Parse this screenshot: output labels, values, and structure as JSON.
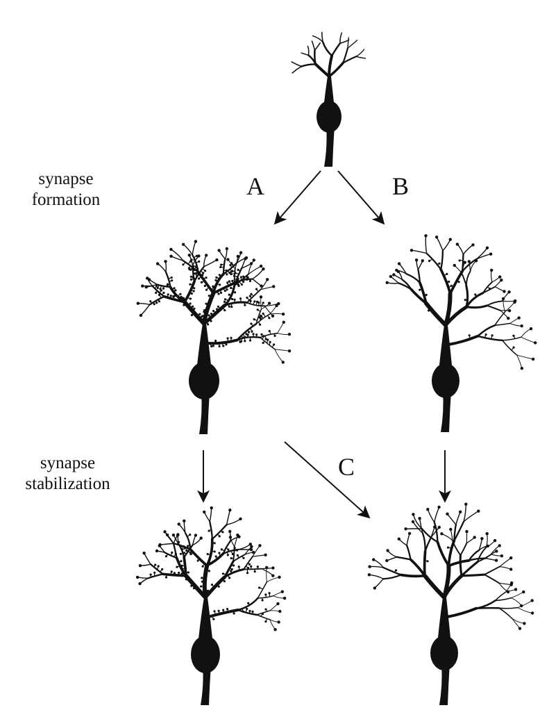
{
  "labels": {
    "formation_line1": "synapse",
    "formation_line2": "formation",
    "stabilization_line1": "synapse",
    "stabilization_line2": "stabilization"
  },
  "arrows": {
    "a": "A",
    "b": "B",
    "c": "C"
  },
  "neurons": [
    {
      "id": "initial",
      "spine_density": "none"
    },
    {
      "id": "formation-a",
      "spine_density": "dense"
    },
    {
      "id": "formation-b",
      "spine_density": "sparse"
    },
    {
      "id": "stabilized-a",
      "spine_density": "medium"
    },
    {
      "id": "stabilized-c",
      "spine_density": "sparse"
    }
  ],
  "colors": {
    "ink": "#111111",
    "background": "#ffffff"
  }
}
